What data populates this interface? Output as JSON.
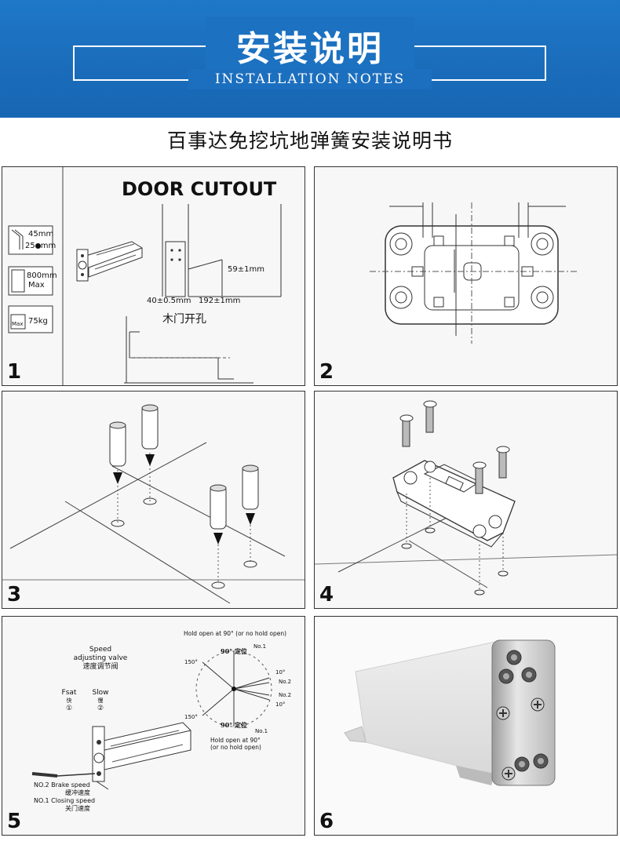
{
  "header": {
    "title": "安装说明",
    "subtitle": "INSTALLATION NOTES"
  },
  "doc_title": "百事达免挖坑地弹簧安装说明书",
  "panels": [
    {
      "number": "1"
    },
    {
      "number": "2"
    },
    {
      "number": "3"
    },
    {
      "number": "4"
    },
    {
      "number": "5"
    },
    {
      "number": "6"
    }
  ],
  "panel1": {
    "heading": "DOOR CUTOUT",
    "spec_thickness": "45mm",
    "spec_thickness2": "25",
    "spec_thickness2_unit": "mm",
    "spec_width": "800mm",
    "spec_width_max": "Max",
    "spec_weight_tag": "Max",
    "spec_weight": "75kg",
    "dim_depth": "59±1mm",
    "dim_width": "40±0.5mm",
    "dim_length": "192±1mm",
    "caption_cn": "木门开孔"
  },
  "panel5": {
    "speed_valve": "Speed",
    "speed_valve2": "adjusting valve",
    "speed_valve_cn": "速度调节阀",
    "fast": "Fsat",
    "fast_cn": "快",
    "fast_num": "①",
    "slow": "Slow",
    "slow_cn": "慢",
    "slow_num": "②",
    "hold_top": "Hold open at 90°  (or no hold open)",
    "hold_bottom": "Hold open at 90°",
    "hold_bottom2": "(or no hold open)",
    "deg90_top": "90°",
    "deg90_bottom": "90°",
    "pos_cn_top": "定位",
    "pos_cn_bottom": "定位",
    "deg150_top": "150°",
    "deg150_bottom": "150°",
    "deg10_top": "10°",
    "deg10_bottom": "10°",
    "no1_top": "No.1",
    "no1_bottom": "No.1",
    "no2_top": "No.2",
    "no2_bottom": "No.2",
    "brake": "NO.2 Brake speed",
    "brake_cn": "缓冲速度",
    "closing": "NO.1 Closing speed",
    "closing_cn": "关门速度"
  }
}
